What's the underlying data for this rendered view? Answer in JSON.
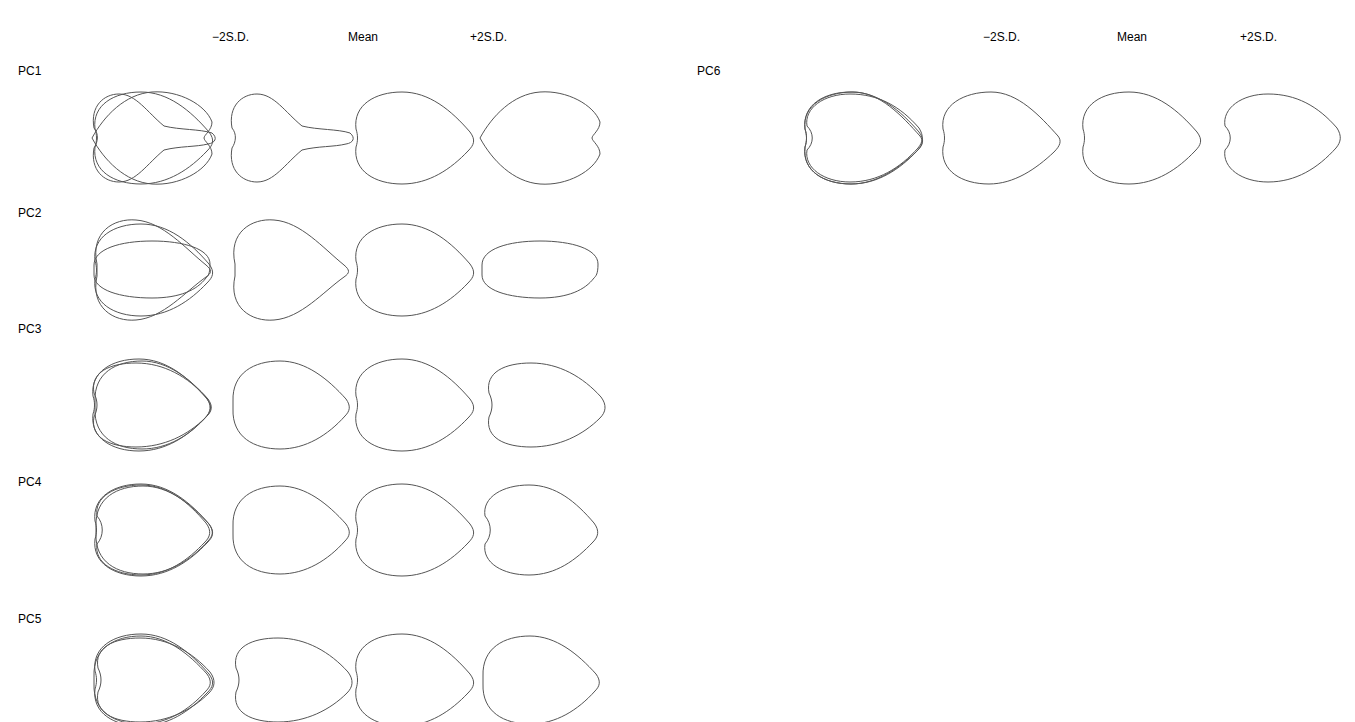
{
  "diagram": {
    "labels": [
      "−2S.D.",
      "Mean",
      "+2S.D.",
      "−2S.D.",
      "Mean",
      "+2S.D.",
      "PC1",
      "PC6",
      "PC2",
      "PC3",
      "PC4",
      "PC5"
    ]
  }
}
